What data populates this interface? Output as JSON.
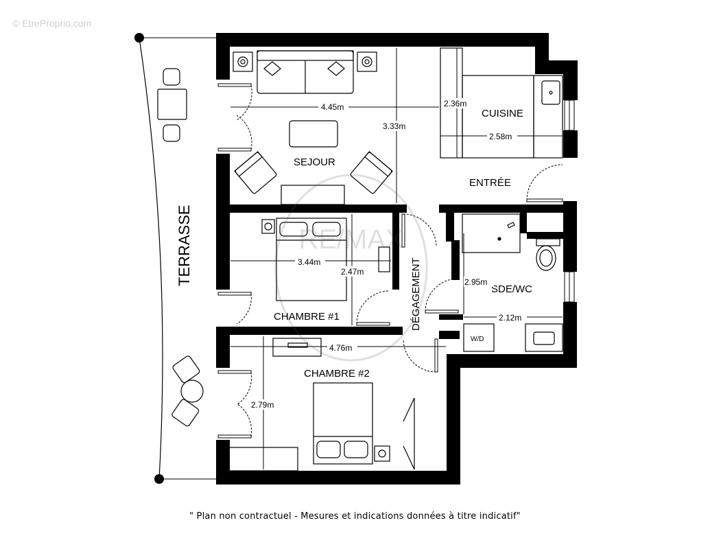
{
  "watermark": "© EtreProprio.com",
  "logo_text": "RE/MAX",
  "rooms": {
    "sejour": "SEJOUR",
    "cuisine": "CUISINE",
    "entree": "ENTRÉE",
    "chambre1": "CHAMBRE #1",
    "chambre2": "CHAMBRE #2",
    "sde": "SDE/WC",
    "degagement": "DÉGAGEMENT",
    "terrasse": "TERRASSE"
  },
  "appliance": "W/D",
  "dimensions": {
    "sejour_width": "4.45m",
    "sejour_height": "3.33m",
    "cuisine_height": "2.36m",
    "cuisine_width": "2.58m",
    "chambre1_width": "3.44m",
    "chambre1_height": "2.47m",
    "sde_height": "2.95m",
    "sde_width": "2.12m",
    "chambre2_width": "4.76m",
    "chambre2_height": "2.79m"
  },
  "caption": "\" Plan non contractuel - Mesures et indications données à titre indicatif\""
}
